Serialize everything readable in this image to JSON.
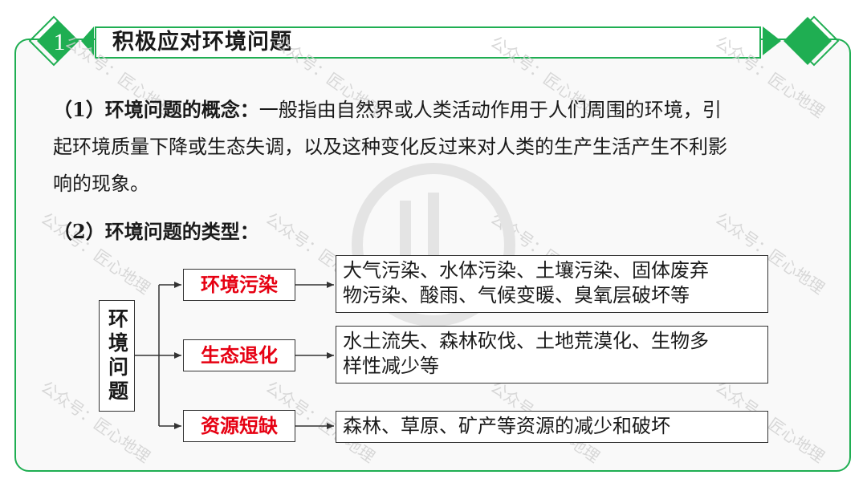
{
  "header": {
    "number": "1",
    "title": "积极应对环境问题"
  },
  "content": {
    "concept_label": "（1）环境问题的概念：",
    "concept_line1": "一般指由自然界或人类活动作用于人们周围的环境，引",
    "concept_line2": "起环境质量下降或生态失调，以及这种变化反过来对人类的生产生活产生不利影",
    "concept_line3": "响的现象。",
    "types_label": "（2）环境问题的类型："
  },
  "diagram": {
    "root": "环境问题",
    "branches": [
      {
        "category": "环境污染",
        "desc_line1": "大气污染、水体污染、土壤污染、固体废弃",
        "desc_line2": "物污染、酸雨、气候变暖、臭氧层破坏等"
      },
      {
        "category": "生态退化",
        "desc_line1": "水土流失、森林砍伐、土地荒漠化、生物多",
        "desc_line2": "样性减少等"
      },
      {
        "category": "资源短缺",
        "desc_line1": "森林、草原、矿产等资源的减少和破坏",
        "desc_line2": ""
      }
    ]
  },
  "watermark": "公众号：匠心地理",
  "colors": {
    "accent_green": "#1fae52",
    "category_red": "#e60012"
  }
}
